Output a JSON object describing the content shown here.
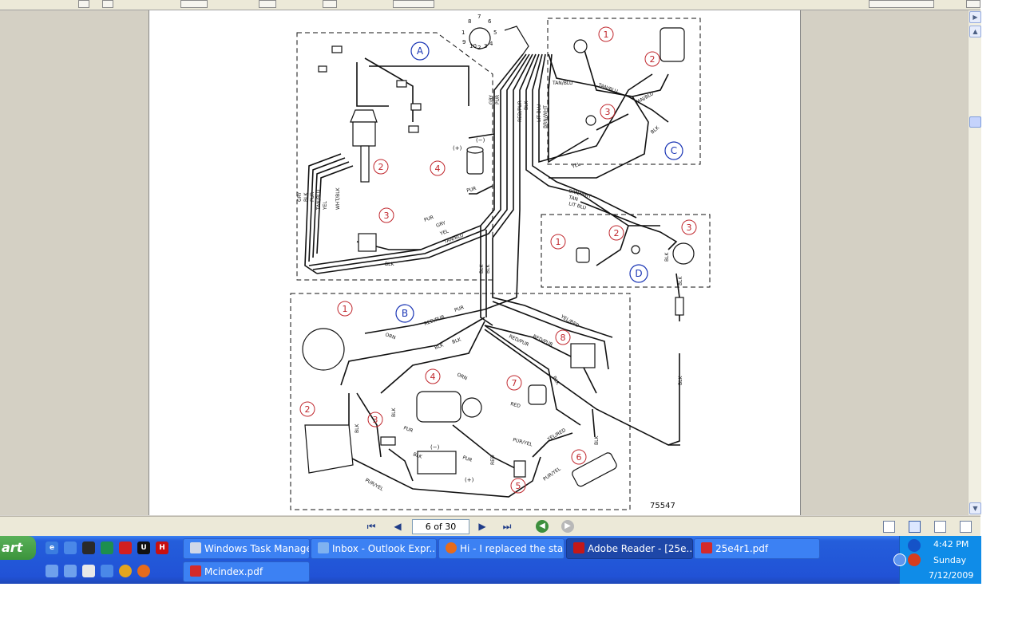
{
  "navigation": {
    "page_indicator": "6 of 30"
  },
  "diagram": {
    "figure_number": "75547",
    "groups": [
      {
        "letter": "A",
        "numbers": [
          "2",
          "3",
          "4"
        ]
      },
      {
        "letter": "B",
        "numbers": [
          "1",
          "2",
          "3",
          "4",
          "5",
          "6",
          "7",
          "8"
        ]
      },
      {
        "letter": "C",
        "numbers": [
          "1",
          "2",
          "3"
        ]
      },
      {
        "letter": "D",
        "numbers": [
          "1",
          "2",
          "3"
        ]
      }
    ],
    "wire_labels": [
      "GRY",
      "BLK",
      "PUR",
      "TAN/BLU",
      "YEL",
      "WHT/BLK",
      "BRN/WHT",
      "TAN",
      "LIT BLU",
      "RED/PUR",
      "ORN",
      "RED",
      "YEL/RED",
      "PUR/YEL"
    ],
    "connector_pins": [
      "1",
      "2",
      "3",
      "4",
      "5",
      "6",
      "7",
      "8",
      "9",
      "10"
    ],
    "coil_labels": [
      "(+)",
      "(−)"
    ],
    "battery_labels": [
      "(−)",
      "(+)"
    ]
  },
  "taskbar": {
    "start_label": "art",
    "tasks_row1": [
      {
        "label": "Windows Task Manager",
        "icon": "task-manager-icon",
        "active": false
      },
      {
        "label": "Inbox - Outlook Expr...",
        "icon": "outlook-express-icon",
        "active": false
      },
      {
        "label": "Hi - I replaced the sta...",
        "icon": "firefox-icon",
        "active": false
      },
      {
        "label": "Adobe Reader - [25e...",
        "icon": "adobe-reader-icon",
        "active": true
      },
      {
        "label": "25e4r1.pdf",
        "icon": "pdf-icon",
        "active": false
      }
    ],
    "tasks_row2": [
      {
        "label": "Mcindex.pdf",
        "icon": "pdf-icon",
        "active": false
      }
    ]
  },
  "clock": {
    "time": "4:42 PM",
    "day": "Sunday",
    "date": "7/12/2009"
  },
  "colors": {
    "taskbar_blue": "#245edb",
    "start_green": "#3c943c",
    "tray_blue": "#0f8ce8",
    "diagram_red": "#c0272d",
    "diagram_blue": "#1a35b5"
  }
}
